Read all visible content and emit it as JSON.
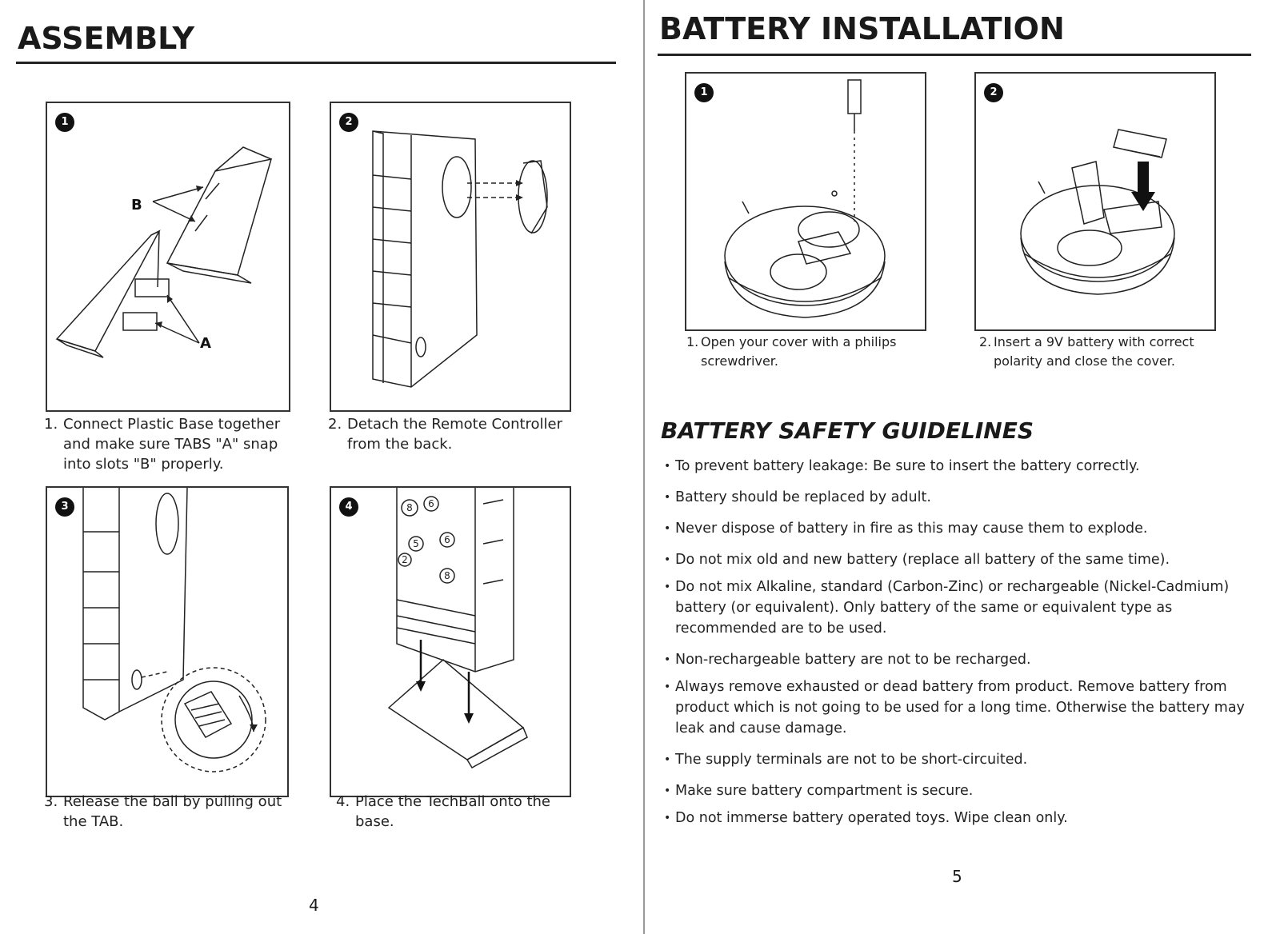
{
  "left_page": {
    "title": "ASSEMBLY",
    "steps": [
      {
        "badge": "1",
        "caption_num": "1.",
        "caption": "Connect Plastic Base together and make sure TABS \"A\" snap into slots \"B\" properly.",
        "labels": {
          "a": "A",
          "b": "B"
        }
      },
      {
        "badge": "2",
        "caption_num": "2.",
        "caption": "Detach the Remote Controller from the back."
      },
      {
        "badge": "3",
        "caption_num": "3.",
        "caption": "Release the ball by pulling out the TAB."
      },
      {
        "badge": "4",
        "caption_num": "4.",
        "caption": "Place the TechBall onto the base.",
        "dial_numbers": [
          "8",
          "6",
          "2",
          "5",
          "6",
          "8"
        ]
      }
    ],
    "page_number": "4"
  },
  "right_page": {
    "title": "BATTERY INSTALLATION",
    "steps": [
      {
        "badge": "1",
        "caption_num": "1.",
        "caption": "Open your cover with a philips screwdriver."
      },
      {
        "badge": "2",
        "caption_num": "2.",
        "caption": "Insert a 9V battery with correct polarity and close the cover."
      }
    ],
    "guidelines_title": "BATTERY SAFETY GUIDELINES",
    "guidelines": [
      "To prevent battery leakage: Be sure to insert the battery correctly.",
      "Battery should be replaced by adult.",
      "Never dispose of battery in fire as this may cause them to explode.",
      "Do not mix old and new battery (replace all battery of the same time).",
      "Do not mix Alkaline, standard (Carbon-Zinc) or rechargeable (Nickel-Cadmium) battery (or equivalent). Only battery of the same or equivalent type as recommended are to be used.",
      "Non-rechargeable battery are not to be recharged.",
      "Always remove exhausted or dead battery from product. Remove battery from product which is not going to be used for a long time. Otherwise the battery may leak and cause damage.",
      "The supply terminals are not to be short-circuited.",
      "Make sure battery compartment is secure.",
      "Do not immerse battery operated toys. Wipe clean only."
    ],
    "page_number": "5"
  }
}
